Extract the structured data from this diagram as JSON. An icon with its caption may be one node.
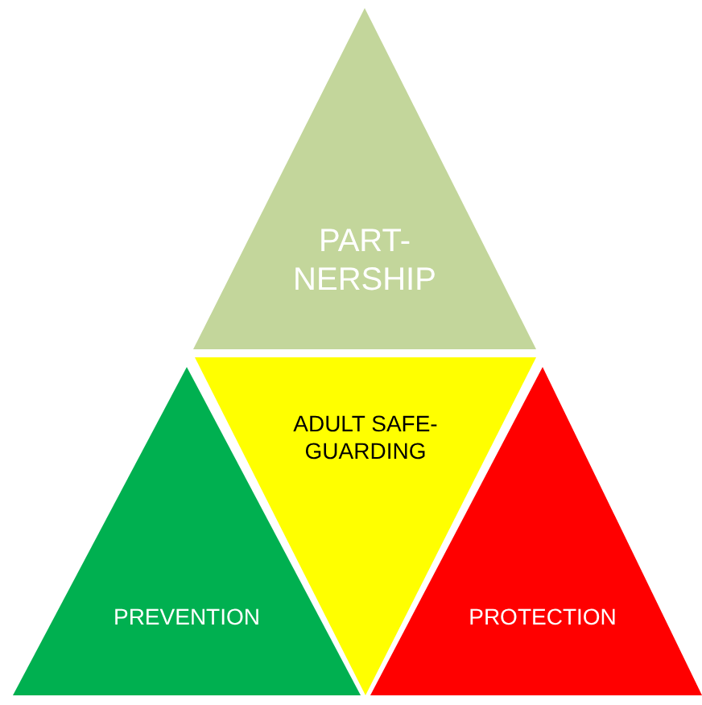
{
  "diagram": {
    "nodes": [
      {
        "text": [
          "PART- NERSHIP"
        ]
      },
      {
        "text": [
          "ADULT SAFE- GUARDING"
        ]
      },
      {
        "text": [
          "PREVENTION"
        ]
      },
      {
        "text": [
          "PROTECTION"
        ]
      }
    ]
  }
}
